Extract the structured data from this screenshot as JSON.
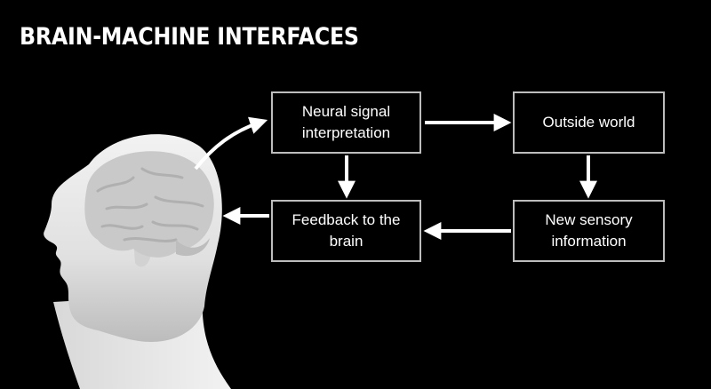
{
  "slide": {
    "title": "BRAIN-MACHINE INTERFACES"
  },
  "diagram": {
    "nodes": [
      {
        "id": "neural",
        "label": "Neural signal interpretation"
      },
      {
        "id": "outside",
        "label": "Outside world"
      },
      {
        "id": "sensory",
        "label": "New sensory information"
      },
      {
        "id": "feedback",
        "label": "Feedback to the brain"
      }
    ],
    "edges": [
      {
        "from": "brain",
        "to": "neural"
      },
      {
        "from": "neural",
        "to": "outside"
      },
      {
        "from": "neural",
        "to": "feedback"
      },
      {
        "from": "outside",
        "to": "sensory"
      },
      {
        "from": "sensory",
        "to": "feedback"
      },
      {
        "from": "feedback",
        "to": "brain"
      }
    ]
  },
  "colors": {
    "background": "#000000",
    "text": "#ffffff",
    "box_border": "#bdbdbd",
    "arrow": "#ffffff",
    "head": "#e6e6e6",
    "brain": "#cfcfcf"
  },
  "illustration": {
    "name": "human-head-with-brain-illustration"
  }
}
